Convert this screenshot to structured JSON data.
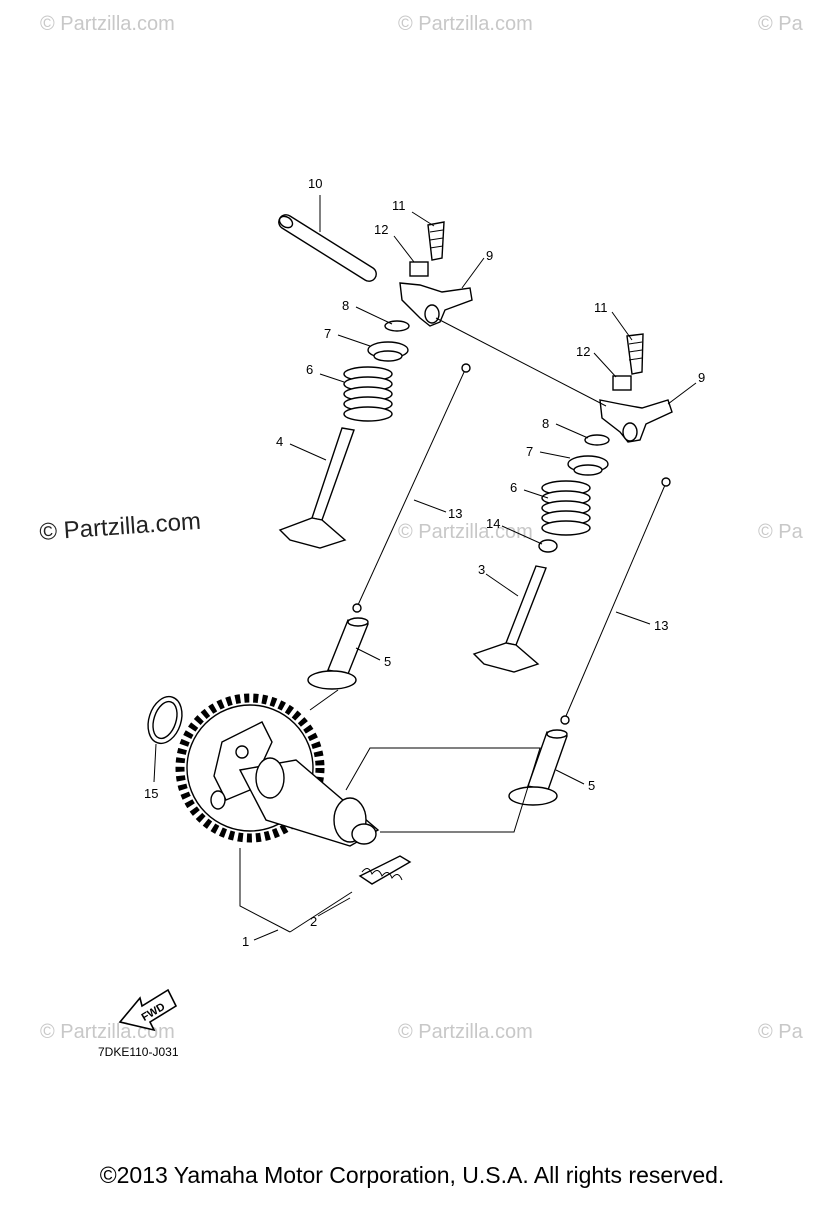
{
  "watermarks": {
    "text": "© Partzilla.com",
    "text_partial": "© Pa",
    "main": "© Partzilla.com"
  },
  "diagram": {
    "drawing_code": "7DKE110-J031",
    "fwd_label": "FWD",
    "callouts": [
      "1",
      "2",
      "3",
      "4",
      "5",
      "5",
      "6",
      "6",
      "7",
      "7",
      "8",
      "8",
      "9",
      "9",
      "10",
      "11",
      "11",
      "12",
      "12",
      "13",
      "13",
      "14",
      "15"
    ]
  },
  "footer": {
    "copyright": "©2013  Yamaha Motor Corporation, U.S.A. All rights reserved."
  }
}
